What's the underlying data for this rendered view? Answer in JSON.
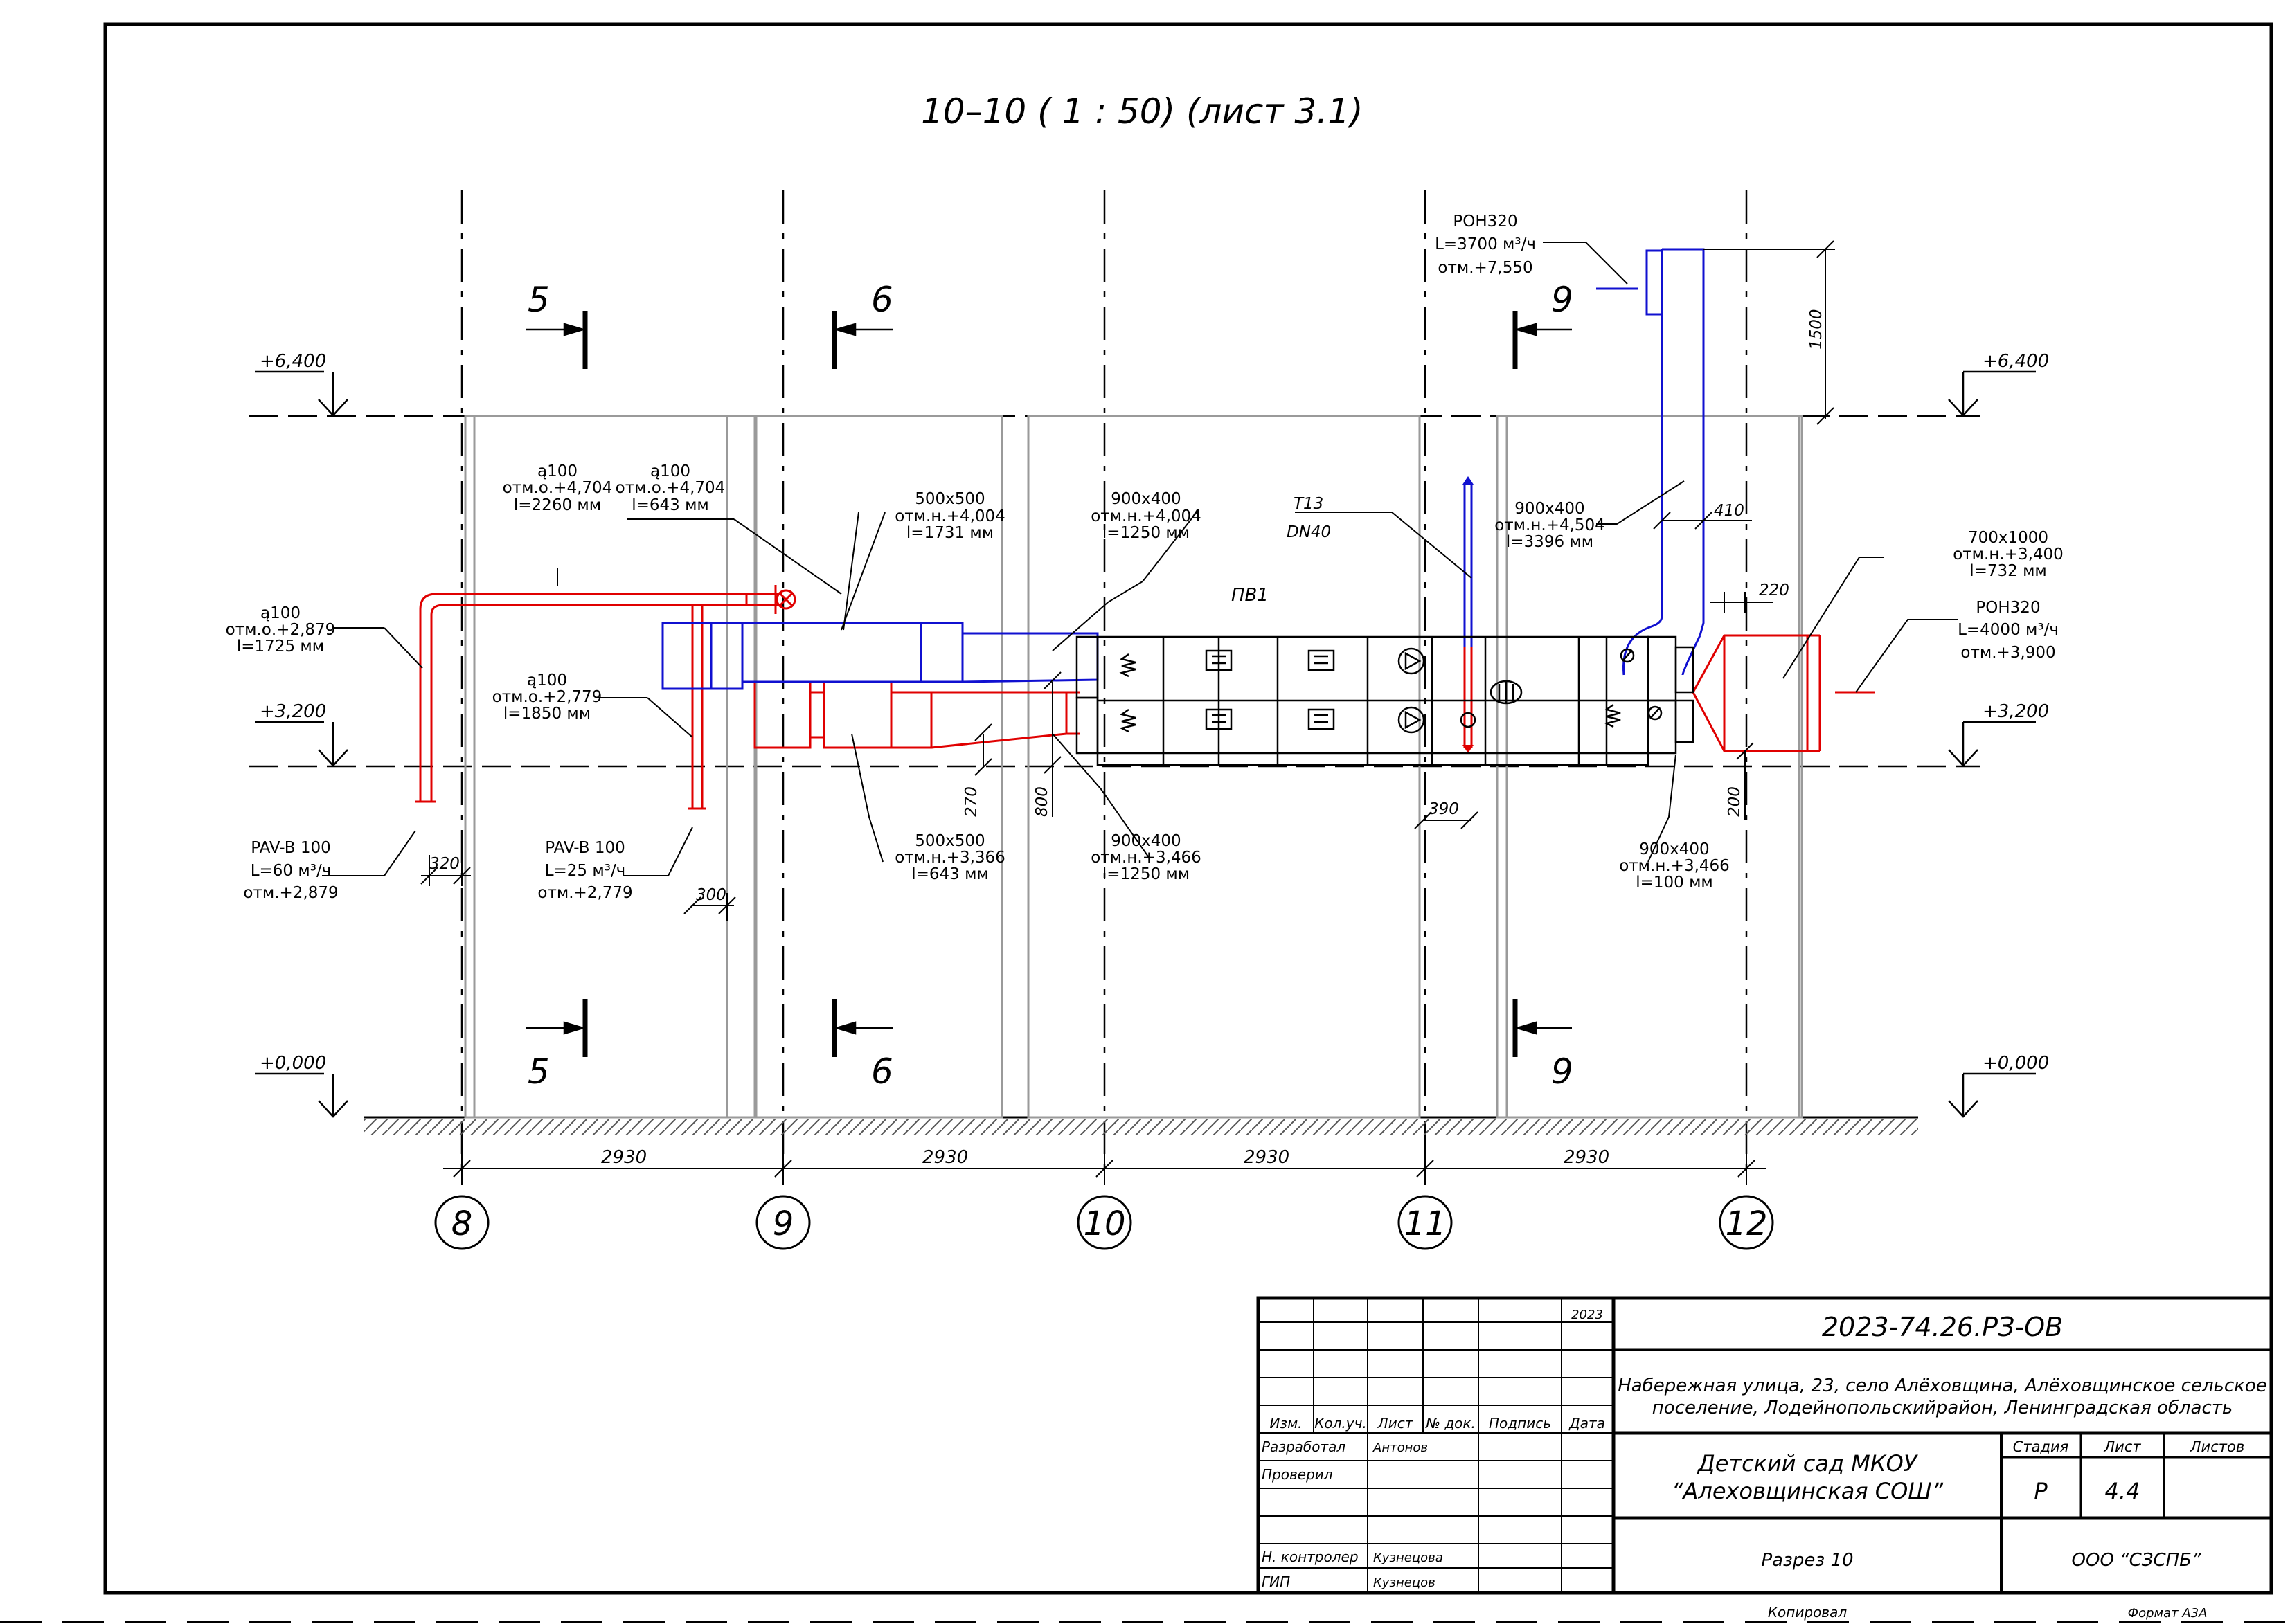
{
  "section_title": "10–10 ( 1 : 50) (лист 3.1)",
  "levels": {
    "top": "+6,400",
    "mid": "+3,200",
    "zero": "+0,000"
  },
  "section_marks": {
    "m5": "5",
    "m6": "6",
    "m9": "9"
  },
  "axes": {
    "names": [
      "8",
      "9",
      "10",
      "11",
      "12"
    ],
    "spans": [
      "2930",
      "2930",
      "2930",
      "2930"
    ]
  },
  "labels": {
    "top_roof_grille": [
      "РОН320",
      "L=3700 м³/ч",
      "отм.+7,550"
    ],
    "dim_1500": "1500",
    "a100_left": [
      "ą100",
      "отм.о.+2,879",
      "l=1725 мм"
    ],
    "a100_top1": [
      "ą100",
      "отм.о.+4,704",
      "l=2260 мм"
    ],
    "a100_top2": [
      "ą100",
      "отм.о.+4,704",
      "l=643 мм"
    ],
    "a100_mid": [
      "ą100",
      "отм.о.+2,779",
      "l=1850 мм"
    ],
    "duct_500_top": [
      "500x500",
      "отм.н.+4,004",
      "l=1731 мм"
    ],
    "duct_900_top": [
      "900x400",
      "отм.н.+4,004",
      "l=1250 мм"
    ],
    "pipe_t13": [
      "Т13",
      "DN40"
    ],
    "unit_pv1": "ПВ1",
    "duct_900_riser": [
      "900x400",
      "отм.н.+4,504",
      "l=3396 мм"
    ],
    "dim_410": "410",
    "dim_220": "220",
    "duct_700": [
      "700x1000",
      "отм.н.+3,400",
      "l=732 мм"
    ],
    "grille_right": [
      "РОН320",
      "L=4000 м³/ч",
      "отм.+3,900"
    ],
    "pav_left": [
      "PAV-B 100",
      "L=60 м³/ч",
      "отм.+2,879"
    ],
    "dim_320": "320",
    "pav_mid": [
      "PAV-B 100",
      "L=25 м³/ч",
      "отм.+2,779"
    ],
    "dim_300": "300",
    "duct_500_bot": [
      "500x500",
      "отм.н.+3,366",
      "l=643 мм"
    ],
    "dim_270": "270",
    "dim_800": "800",
    "duct_900_bot": [
      "900x400",
      "отм.н.+3,466",
      "l=1250 мм"
    ],
    "dim_390": "390",
    "dim_200": "200",
    "duct_900_right": [
      "900x400",
      "отм.н.+3,466",
      "l=100 мм"
    ]
  },
  "stamp": {
    "year": "2023",
    "doc_code": "2023-74.26.РЗ-ОВ",
    "address_1": "Набережная улица, 23, село Алёховщина, Алёховщинское сельское",
    "address_2": "поселение, Лодейнопольскийрайон, Ленинградская область",
    "col_izm": "Изм.",
    "col_kol": "Кол.уч.",
    "col_list": "Лист",
    "col_doc": "№ док.",
    "col_sign": "Подпись",
    "col_date": "Дата",
    "role_dev": "Разработал",
    "name_dev": "Антонов",
    "role_check": "Проверил",
    "role_nk": "Н. контролер",
    "name_nk": "Кузнецова",
    "role_gip": "ГИП",
    "name_gip": "Кузнецов",
    "object_1": "Детский сад МКОУ",
    "object_2": "“Алеховщинская СОШ”",
    "stage_h": "Стадия",
    "sheet_h": "Лист",
    "sheets_h": "Листов",
    "stage_v": "Р",
    "sheet_v": "4.4",
    "sheet_name": "Разрез 10",
    "company": "ООО “СЗСПБ”",
    "copied": "Копировал",
    "format": "Формат А3А"
  }
}
